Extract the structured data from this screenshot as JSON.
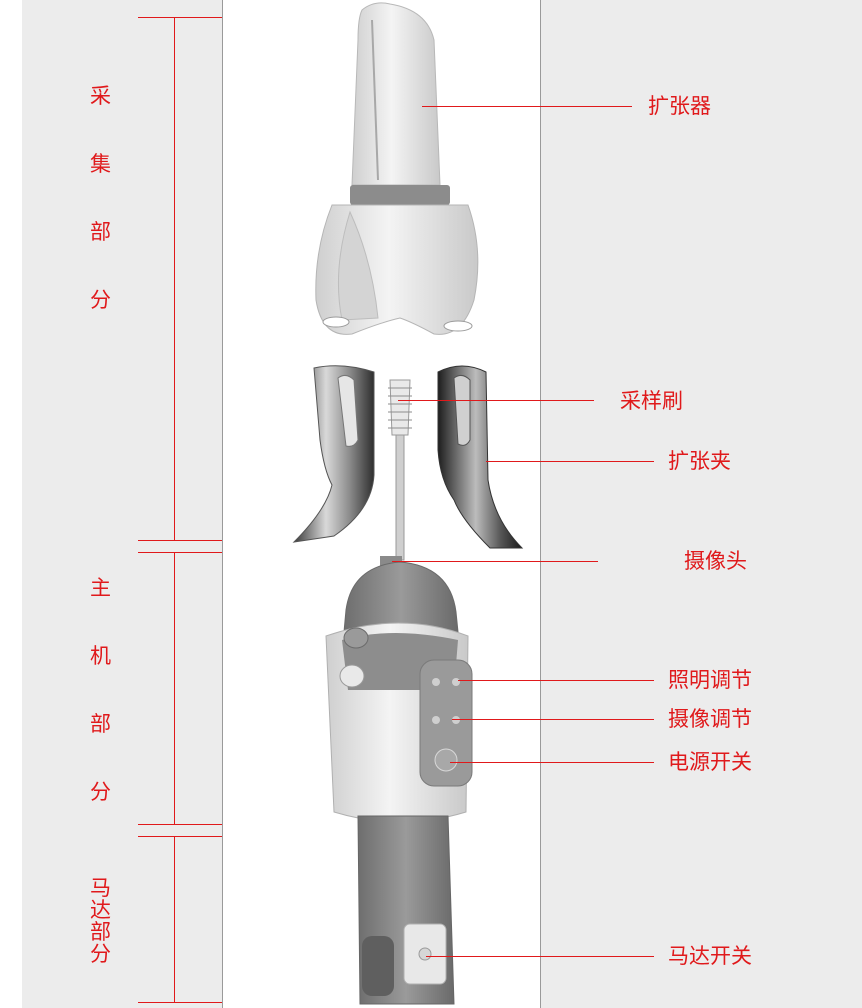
{
  "sections": [
    {
      "chars": [
        "采",
        "集",
        "部",
        "分"
      ]
    },
    {
      "chars": [
        "主",
        "机",
        "部",
        "分"
      ]
    },
    {
      "chars": [
        "马",
        "达",
        "部",
        "分"
      ]
    }
  ],
  "callouts": {
    "dilator": "扩张器",
    "brush": "采样刷",
    "clip": "扩张夹",
    "camera": "摄像头",
    "light_adjust": "照明调节",
    "camera_adjust": "摄像调节",
    "power_switch": "电源开关",
    "motor_switch": "马达开关"
  },
  "colors": {
    "annotation": "#e0191b",
    "panel": "#ececec",
    "device_gray": "#8a8a8a",
    "device_white": "#e4e4e4"
  }
}
